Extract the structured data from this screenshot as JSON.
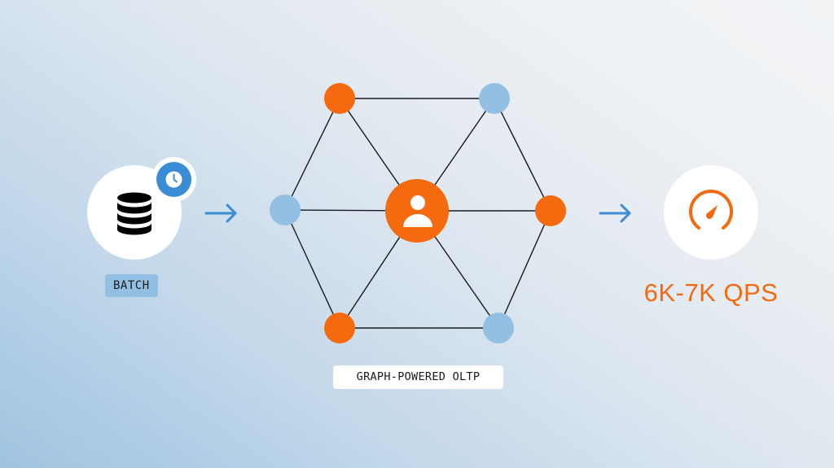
{
  "left": {
    "label": "BATCH",
    "icon": "database-icon",
    "badge_icon": "clock-icon"
  },
  "center": {
    "label": "GRAPH-POWERED OLTP",
    "center_icon": "user-icon"
  },
  "right": {
    "label": "6K-7K QPS",
    "icon": "speedometer-icon"
  },
  "colors": {
    "orange": "#f56a0f",
    "light_blue": "#93c0e2",
    "blue": "#3a8dd4",
    "line": "#1a1a1a"
  }
}
